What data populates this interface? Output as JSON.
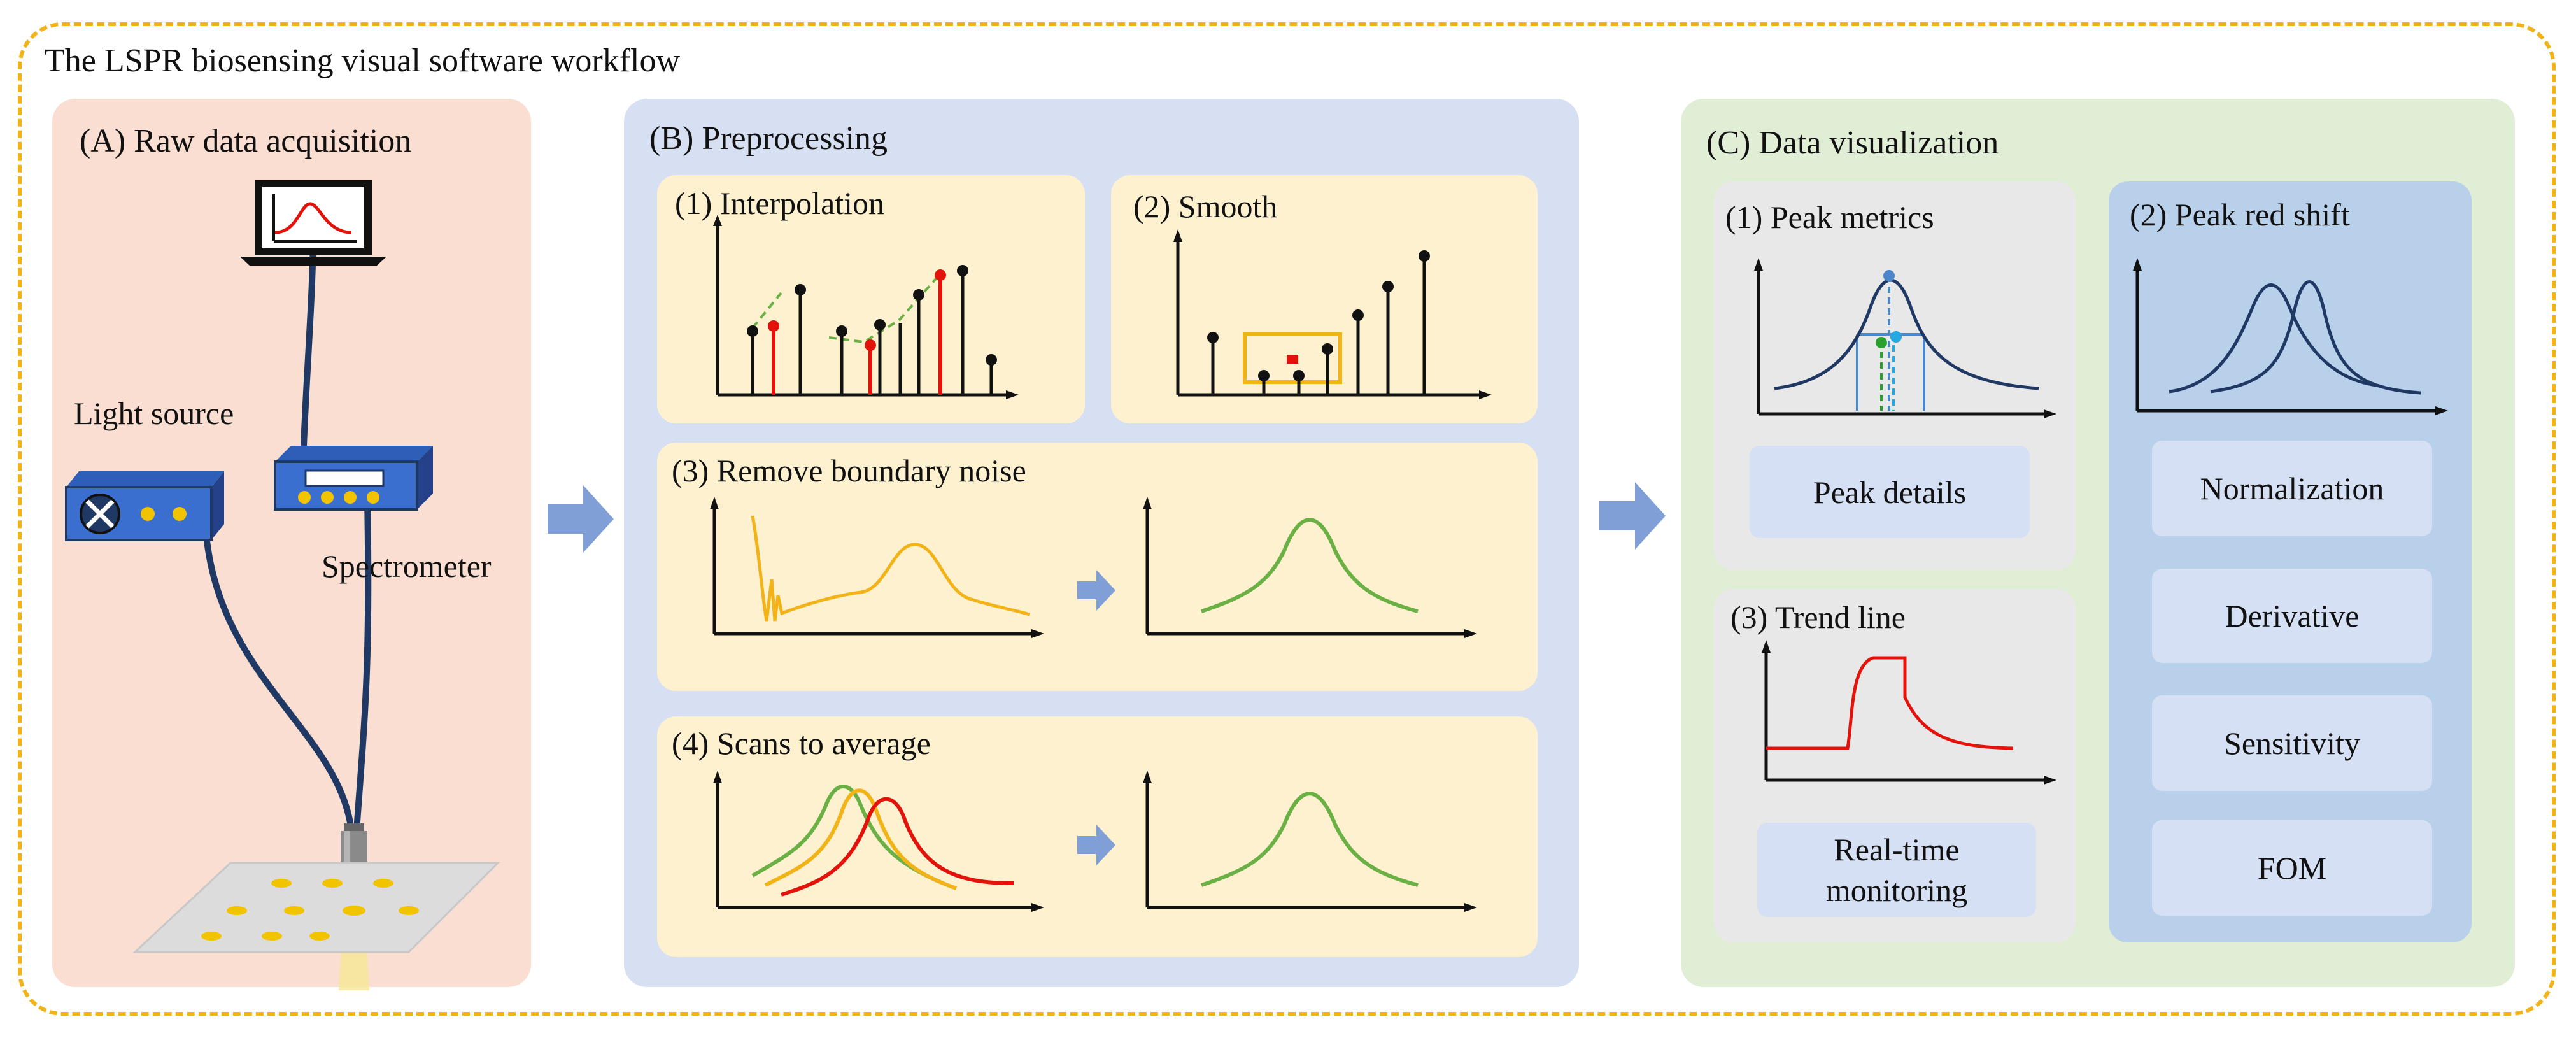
{
  "title": "The LSPR biosensing visual software workflow",
  "colors": {
    "border": "#f2b318",
    "panelA": "#f9ded1",
    "panelB": "#d7e0f3",
    "panelC": "#e1eed6",
    "subCard": "#fdf1cf",
    "grayCard": "#e8e8e8",
    "blueCard": "#b9d0ea",
    "button": "#d6e0f4",
    "arrow": "#7f9fd6",
    "red": "#e3120b",
    "green": "#6ab045",
    "yellow": "#f2b318",
    "navy": "#1f3864",
    "device": "#2e5fb8"
  },
  "sectionA": {
    "title": "(A) Raw data acquisition",
    "light_source": "Light source",
    "spectrometer": "Spectrometer"
  },
  "sectionB": {
    "title": "(B) Preprocessing",
    "step1": "(1) Interpolation",
    "step2": "(2) Smooth",
    "step3": "(3) Remove boundary noise",
    "step4": "(4) Scans to average"
  },
  "sectionC": {
    "title": "(C) Data visualization",
    "peak_metrics": {
      "title": "(1) Peak metrics",
      "button": "Peak details"
    },
    "trend_line": {
      "title": "(3) Trend line",
      "button_line1": "Real-time",
      "button_line2": "monitoring"
    },
    "red_shift": {
      "title": "(2) Peak red shift",
      "buttons": [
        "Normalization",
        "Derivative",
        "Sensitivity",
        "FOM"
      ]
    }
  },
  "icons": {
    "laptop": "laptop-icon",
    "light_source": "light-source-icon",
    "spectrometer": "spectrometer-icon",
    "probe": "fiber-probe-icon",
    "sample": "sample-plate-icon",
    "arrow": "right-arrow-icon"
  }
}
